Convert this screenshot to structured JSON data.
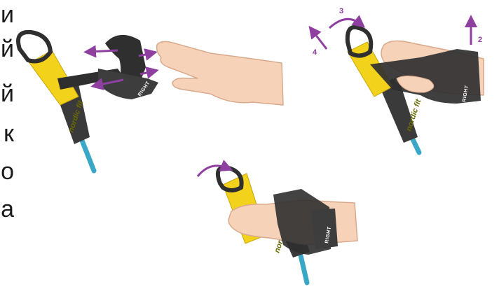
{
  "side_text": {
    "letters": [
      "и",
      "й",
      "й",
      "к",
      "о",
      "а"
    ]
  },
  "steps": {
    "n2": "2",
    "n3": "3",
    "n4": "4"
  },
  "pole": {
    "brand": "nordic fit"
  },
  "strap": {
    "label": "RIGHT"
  },
  "colors": {
    "arrow": "#8e3fa0",
    "grip_yellow": "#f2d21a",
    "grip_dark": "#3a3a3a",
    "shaft_blue": "#3aa7c7",
    "skin": "#f6d2b8",
    "strap": "#2f2f30"
  }
}
